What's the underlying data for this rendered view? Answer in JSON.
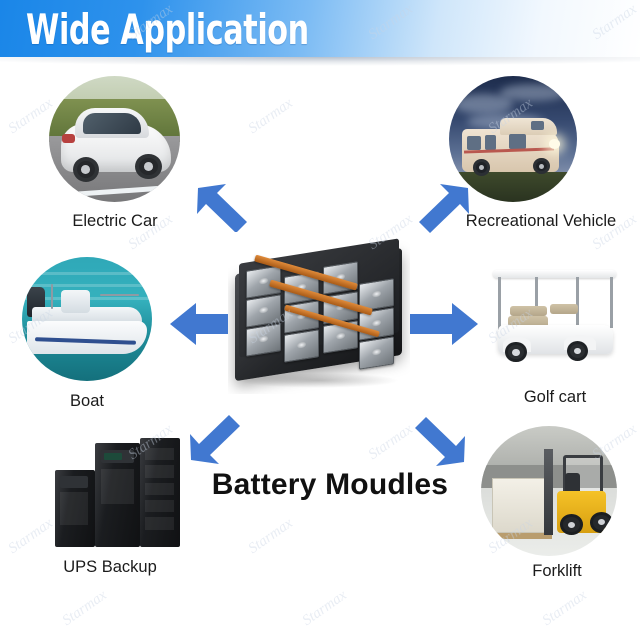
{
  "header": {
    "title": "Wide Application",
    "background_start": "#1a86e8",
    "background_end": "#ffffff",
    "text_color": "#ffffff"
  },
  "center": {
    "title": "Battery Moudles",
    "image_name": "battery-module-photo"
  },
  "accent_color": "#4178d0",
  "caption_color": "#1b1b1b",
  "watermark": {
    "text": "Starmax",
    "color": "#c9d4e4"
  },
  "applications": [
    {
      "id": "electric-car",
      "label": "Electric Car",
      "image_name": "electric-car-photo",
      "arrow_name": "arrow-up-left",
      "arrow_direction": "up-left"
    },
    {
      "id": "recreational-vehicle",
      "label": "Recreational Vehicle",
      "image_name": "recreational-vehicle-photo",
      "arrow_name": "arrow-up-right",
      "arrow_direction": "up-right"
    },
    {
      "id": "boat",
      "label": "Boat",
      "image_name": "boat-photo",
      "arrow_name": "arrow-left",
      "arrow_direction": "left"
    },
    {
      "id": "golf-cart",
      "label": "Golf cart",
      "image_name": "golf-cart-photo",
      "arrow_name": "arrow-right",
      "arrow_direction": "right"
    },
    {
      "id": "ups-backup",
      "label": "UPS Backup",
      "image_name": "ups-backup-photo",
      "arrow_name": "arrow-down-left",
      "arrow_direction": "down-left"
    },
    {
      "id": "forklift",
      "label": "Forklift",
      "image_name": "forklift-photo",
      "arrow_name": "arrow-down-right",
      "arrow_direction": "down-right"
    }
  ]
}
